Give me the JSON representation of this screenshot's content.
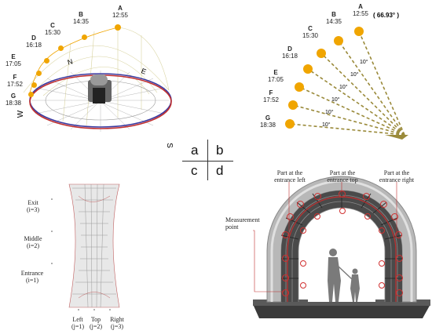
{
  "panel_a": {
    "sun_positions": [
      {
        "letter": "A",
        "time": "12:55"
      },
      {
        "letter": "B",
        "time": "14:35"
      },
      {
        "letter": "C",
        "time": "15:30"
      },
      {
        "letter": "D",
        "time": "16:18"
      },
      {
        "letter": "E",
        "time": "17:05"
      },
      {
        "letter": "F",
        "time": "17:52"
      },
      {
        "letter": "G",
        "time": "18:38"
      }
    ],
    "compass": {
      "north": "N",
      "east": "E",
      "south": "S",
      "west": "W"
    }
  },
  "panel_b": {
    "sun_positions": [
      {
        "letter": "A",
        "time": "12:55"
      },
      {
        "letter": "B",
        "time": "14:35"
      },
      {
        "letter": "C",
        "time": "15:30"
      },
      {
        "letter": "D",
        "time": "16:18"
      },
      {
        "letter": "E",
        "time": "17:05"
      },
      {
        "letter": "F",
        "time": "17:52"
      },
      {
        "letter": "G",
        "time": "18:38"
      }
    ],
    "elevation": "( 66.93° )",
    "angle_labels": [
      "10°",
      "10°",
      "10°",
      "10°",
      "10°",
      "10°"
    ],
    "colors": {
      "sun": "#f0a500",
      "ray": "#9a8a3a"
    }
  },
  "legend": {
    "a": "a",
    "b": "b",
    "c": "c",
    "d": "d"
  },
  "panel_c": {
    "rows": [
      {
        "name": "Exit",
        "index": "(i=3)"
      },
      {
        "name": "Middle",
        "index": "(i=2)"
      },
      {
        "name": "Entrance",
        "index": "(i=1)"
      }
    ],
    "cols": [
      {
        "name": "Left",
        "index": "(j=1)"
      },
      {
        "name": "Top",
        "index": "(j=2)"
      },
      {
        "name": "Right",
        "index": "(j=3)"
      }
    ]
  },
  "panel_d": {
    "part_left": [
      "Part at the",
      "entrance left"
    ],
    "part_top": [
      "Part at the",
      "entrance top"
    ],
    "part_right": [
      "Part at the",
      "entrance right"
    ],
    "measurement": [
      "Measurement",
      "point"
    ],
    "colors": {
      "marker": "#d03030"
    }
  }
}
